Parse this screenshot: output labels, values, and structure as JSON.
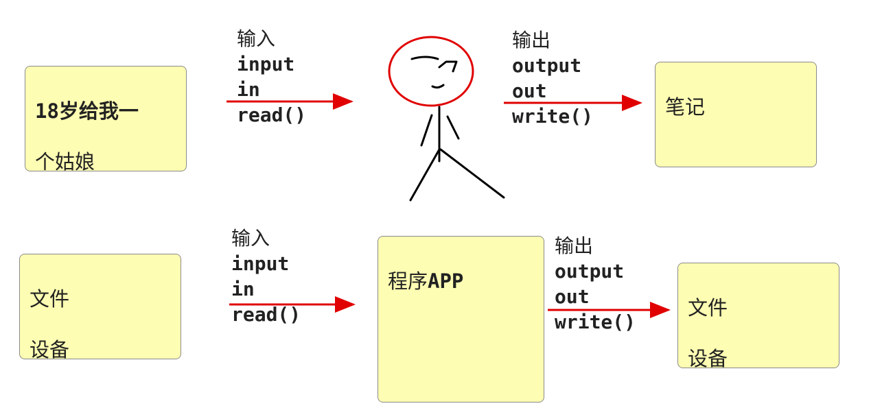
{
  "top_row": {
    "source_note": {
      "line1": "18岁给我一",
      "line2": "个姑娘"
    },
    "input_labels": {
      "cn": "输入",
      "l1": "input",
      "l2": "in",
      "l3": "read()"
    },
    "output_labels": {
      "cn": "输出",
      "l1": "output",
      "l2": "out",
      "l3": "write()"
    },
    "target_note": {
      "text": "笔记"
    }
  },
  "bottom_row": {
    "source_note": {
      "line1": "文件",
      "line2": "设备"
    },
    "input_labels": {
      "cn": "输入",
      "l1": "input",
      "l2": "in",
      "l3": "read()"
    },
    "program_note": {
      "cn": "程序",
      "en": "APP"
    },
    "output_labels": {
      "cn": "输出",
      "l1": "output",
      "l2": "out",
      "l3": "write()"
    },
    "target_note": {
      "line1": "文件",
      "line2": "设备"
    }
  },
  "colors": {
    "note_fill": "#fdfdb3",
    "arrow": "#e00000",
    "face_circle": "#e00000",
    "stick_figure": "#000000"
  }
}
